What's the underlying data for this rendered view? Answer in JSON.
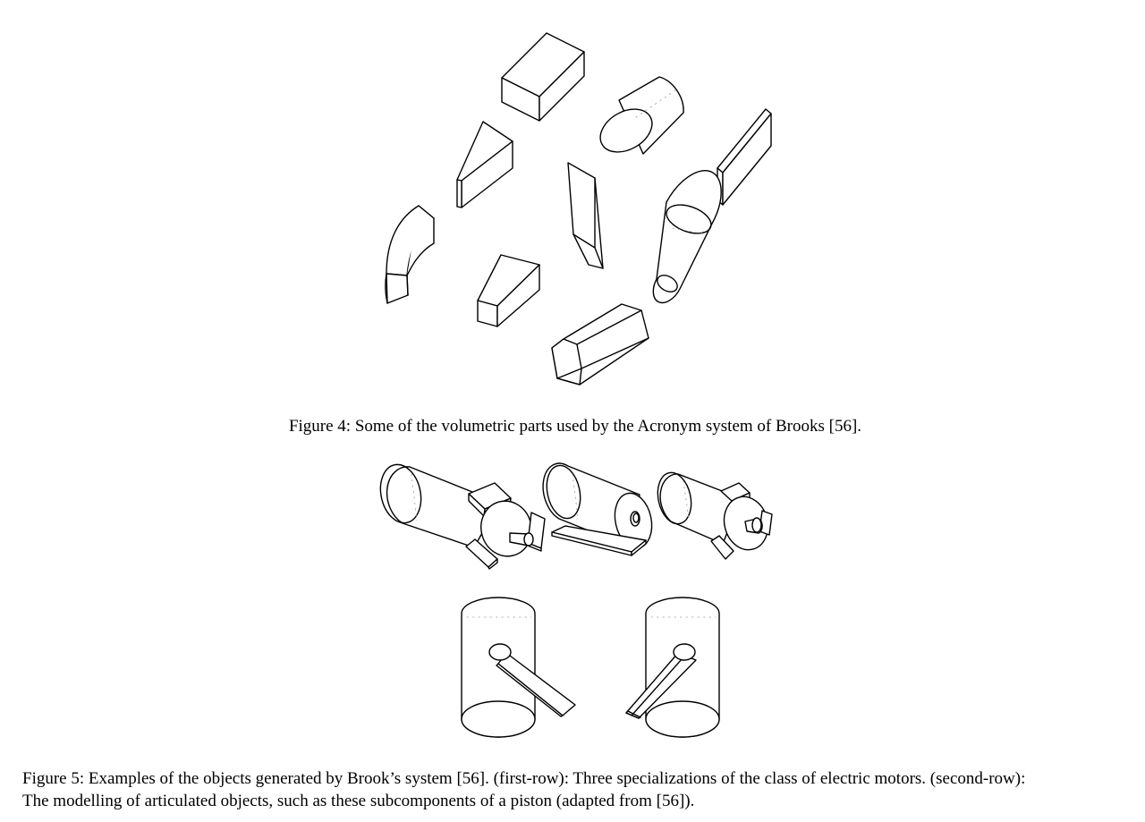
{
  "figure4": {
    "caption": "Figure 4: Some of the volumetric parts used by the Acronym system of Brooks [56]."
  },
  "figure5": {
    "caption_line1": "Figure 5: Examples of the objects generated by Brook’s system [56]. (first-row): Three specializations of the class of electric motors. (second-row):",
    "caption_line2": "The modelling of articulated objects, such as these subcomponents of a piston (adapted from [56])."
  }
}
